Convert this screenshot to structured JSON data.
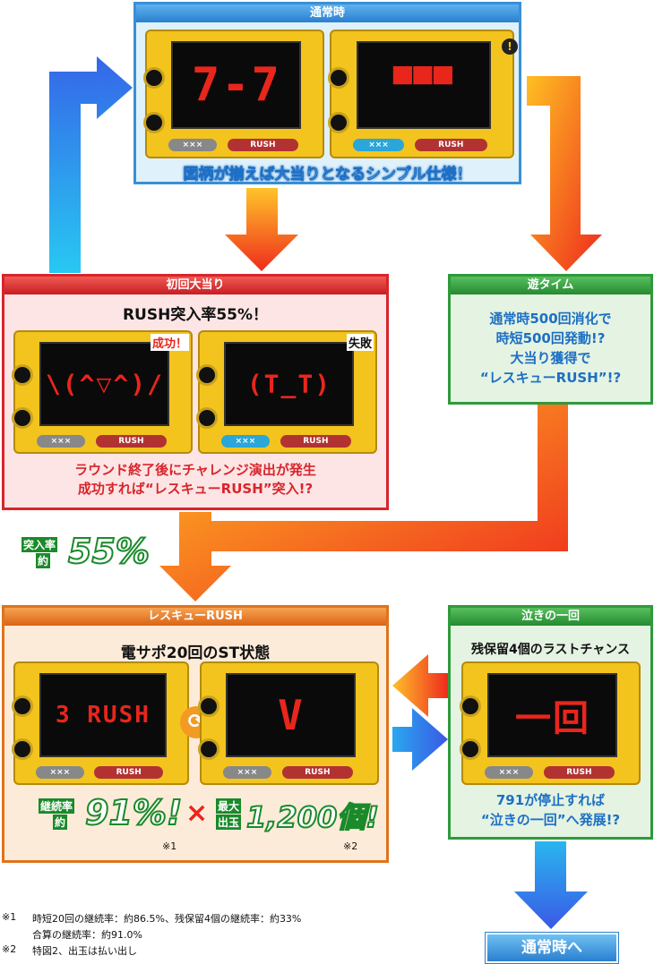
{
  "normal": {
    "header": "通常時",
    "caption": "図柄が揃えば大当りとなるシンプル仕様！",
    "screen1_text": "7-7",
    "screen2_badge": "!",
    "btn_left": "×××",
    "btn_right": "RUSH"
  },
  "first_hit": {
    "header": "初回大当り",
    "title": "RUSH突入率55%！",
    "success_label": "成功！",
    "fail_label": "失敗",
    "success_face": "\\(^▽^)/",
    "fail_face": "(T_T)",
    "caption_line1": "ラウンド終了後にチャレンジ演出が発生",
    "caption_line2": "成功すれば“レスキューRUSH”突入!?",
    "btn_left": "×××",
    "btn_right": "RUSH"
  },
  "yu_time": {
    "header": "遊タイム",
    "line1": "通常時500回消化で",
    "line2": "時短500回発動!?",
    "line3": "大当り獲得で",
    "line4": "“レスキューRUSH”!?"
  },
  "entry_rate": {
    "label_top": "突入率",
    "label_bottom": "約",
    "value": "55%"
  },
  "rush": {
    "header": "レスキューRUSH",
    "title": "電サポ20回のST状態",
    "screen1_text": "3 RUSH",
    "screen2_text": "V",
    "cont_label_top": "継続率",
    "cont_label_bottom": "約",
    "cont_value": "91%!",
    "times": "×",
    "max_label_top": "最大",
    "max_label_bottom": "出玉",
    "max_value": "1,200個!",
    "note1_mark": "※1",
    "note2_mark": "※2",
    "btn_left": "×××",
    "btn_right": "RUSH"
  },
  "naki": {
    "header": "泣きの一回",
    "title": "残保留4個のラストチャンス",
    "screen_text": "一回",
    "caption_line1": "791が停止すれば",
    "caption_line2": "“泣きの一回”へ発展!?",
    "btn_left": "×××",
    "btn_right": "RUSH"
  },
  "to_normal": "通常時へ",
  "notes": {
    "n1_mark": "※1",
    "n1_text": "時短20回の継続率：約86.5%、残保留4個の継続率：約33%",
    "n1_sub": "合算の継続率：約91.0%",
    "n2_mark": "※2",
    "n2_text": "特図2、出玉は払い出し"
  },
  "colors": {
    "blue": "#2f8fd8",
    "red": "#d8252c",
    "green": "#2e9a3c",
    "orange": "#e0731c"
  }
}
